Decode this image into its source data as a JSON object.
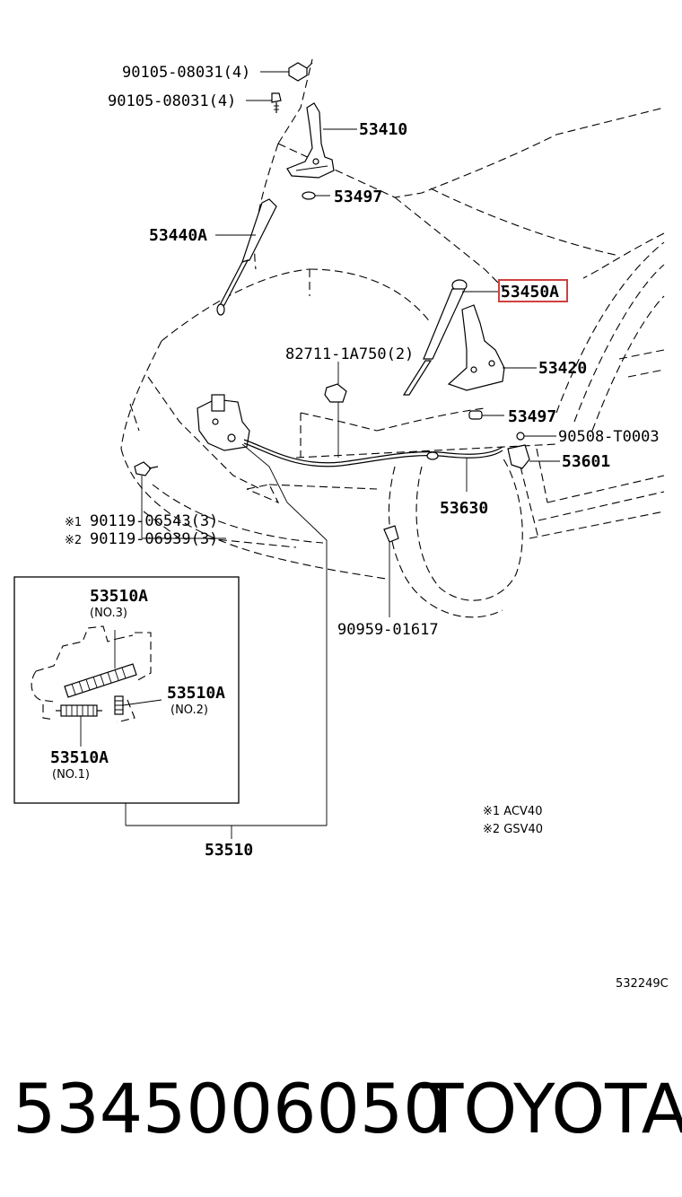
{
  "labels": {
    "bolt_1": "90105-08031(4)",
    "bolt_2": "90105-08031(4)",
    "hinge_l": "53410",
    "cushion_top": "53497",
    "stay_l": "53440A",
    "stay_r": "53450A",
    "clip_827": "82711-1A750(2)",
    "hinge_r": "53420",
    "cushion_mid": "53497",
    "bolt_905": "90508-T0003",
    "lever": "53601",
    "cable": "53630",
    "bolt_acv": "90119-06543(3)",
    "bolt_gsv": "90119-06939(3)",
    "mark_1": "※1",
    "mark_2": "※2",
    "clamp": "90959-01617",
    "lock_no3": "53510A",
    "lock_no3_sub": "(NO.3)",
    "lock_no2": "53510A",
    "lock_no2_sub": "(NO.2)",
    "lock_no1": "53510A",
    "lock_no1_sub": "(NO.1)",
    "lock_assy": "53510"
  },
  "notes": {
    "note_1": "※1 ACV40",
    "note_2": "※2 GSV40"
  },
  "diagram_code": "532249C",
  "footer": {
    "part_number": "5345006050",
    "brand": "TOYOTA"
  },
  "highlight_color": "#d0403f"
}
